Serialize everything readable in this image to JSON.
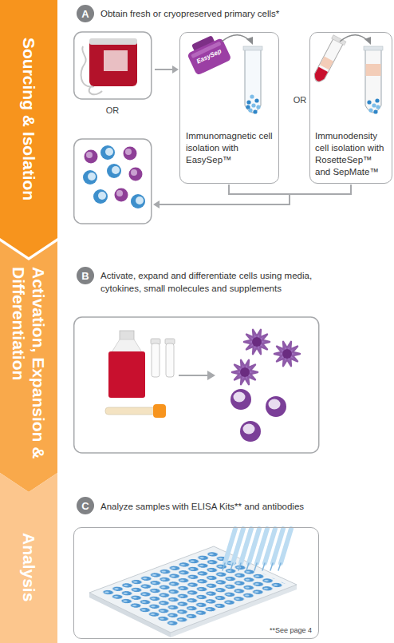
{
  "diagram": {
    "nodes": [
      {
        "text": [
          "Sourcing & Isolation"
        ]
      },
      {
        "text": [
          "A"
        ]
      },
      {
        "text": [
          "Immunomagnetic cell isolation with EasySep™"
        ]
      },
      {
        "text": [
          "Immunodensity cell isolation with RosetteSep™ and SepMate™"
        ]
      },
      {
        "text": [
          "Activation, Expansion & Differentiation"
        ]
      },
      {
        "text": [
          "B"
        ]
      },
      {
        "text": [
          "Analysis"
        ]
      },
      {
        "text": [
          "C"
        ]
      },
      {
        "text": [
          "**See page 4"
        ]
      }
    ],
    "labels": [
      "Obtain fresh or cryopreserved primary cells*",
      "EasySep",
      "OR",
      "OR",
      "Activate, expand and differentiate cells using media, cytokines, small molecules and supplements",
      "Analyze samples with ELISA Kits** and antibodies"
    ]
  }
}
